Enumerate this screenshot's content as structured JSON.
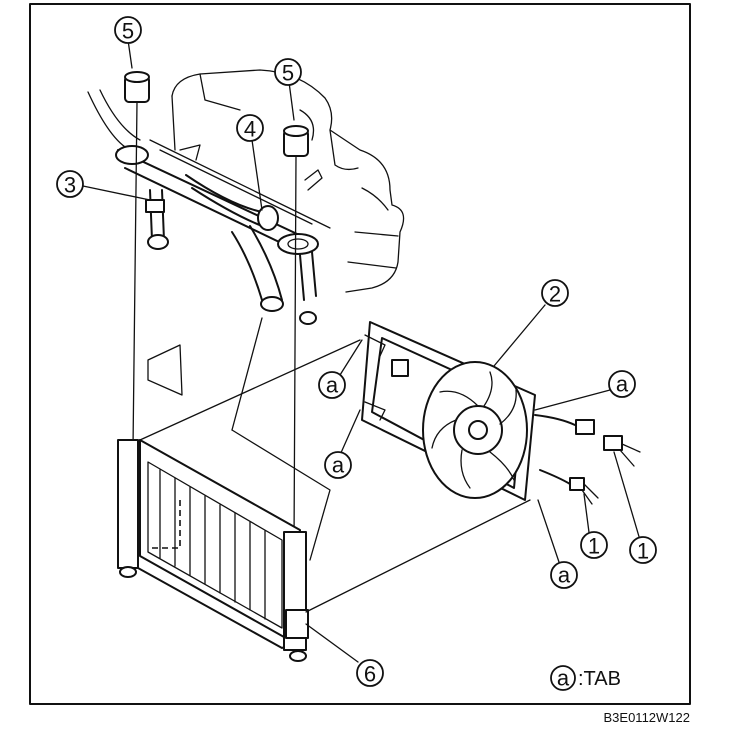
{
  "callouts": {
    "c1a": "1",
    "c1b": "1",
    "c2": "2",
    "c3": "3",
    "c4": "4",
    "c5a": "5",
    "c5b": "5",
    "c6": "6",
    "ta1": "a",
    "ta2": "a",
    "ta3": "a",
    "ta4": "a"
  },
  "legend": {
    "symbol": "a",
    "text": ":TAB"
  },
  "figure_code": "B3E0112W122"
}
